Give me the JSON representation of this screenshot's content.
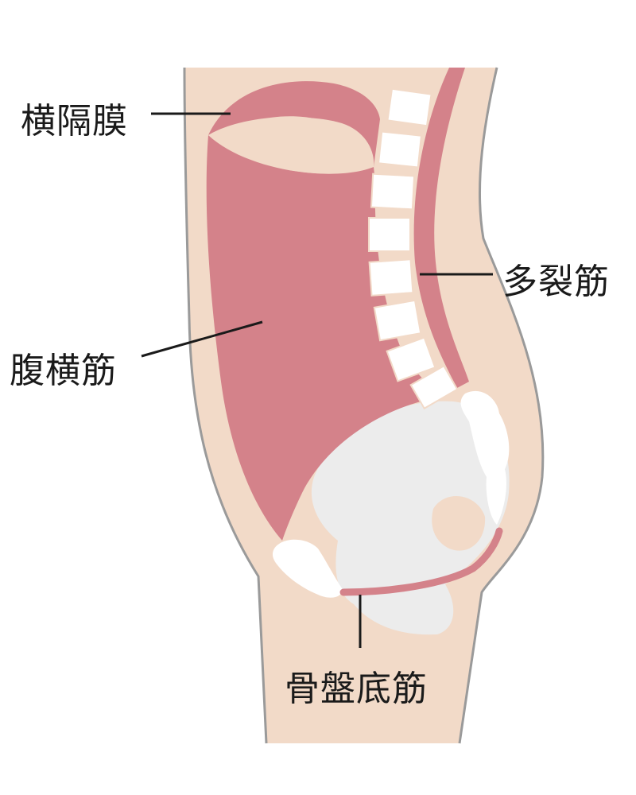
{
  "labels": {
    "diaphragm": "横隔膜",
    "multifidus": "多裂筋",
    "transverse_abdominis": "腹横筋",
    "pelvic_floor": "骨盤底筋"
  },
  "colors": {
    "skin": "#f2dac8",
    "muscle": "#d4828a",
    "muscle_dark": "#c9707a",
    "bone": "#ffffff",
    "pelvis": "#ececec",
    "outline": "#9a9a9a",
    "leader": "#1a1a1a"
  }
}
